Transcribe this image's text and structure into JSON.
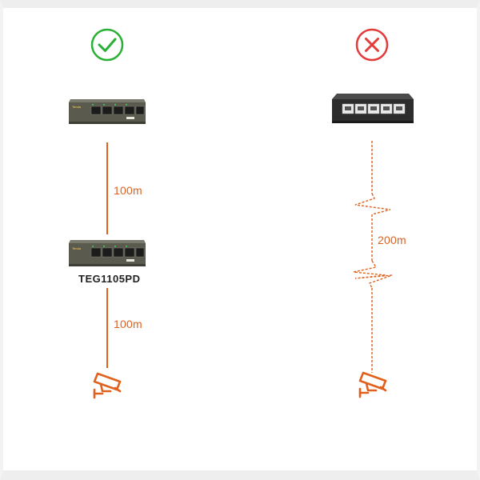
{
  "left_column": {
    "status_icon": "check-circle-icon",
    "status_color": "#29b035",
    "top_device_icon": "poe-switch-icon",
    "segment_1_label": "100m",
    "middle_device_icon": "poe-switch-icon",
    "middle_device_model": "TEG1105PD",
    "segment_2_label": "100m",
    "end_device_icon": "cctv-camera-icon"
  },
  "right_column": {
    "status_icon": "x-circle-icon",
    "status_color": "#e33a3a",
    "top_device_icon": "switch-icon",
    "segment_label": "200m",
    "end_device_icon": "cctv-camera-icon"
  },
  "colors": {
    "accent": "#e0601c",
    "switch_body": "#5a5a50",
    "switch_dark": "#2c2c2c"
  }
}
